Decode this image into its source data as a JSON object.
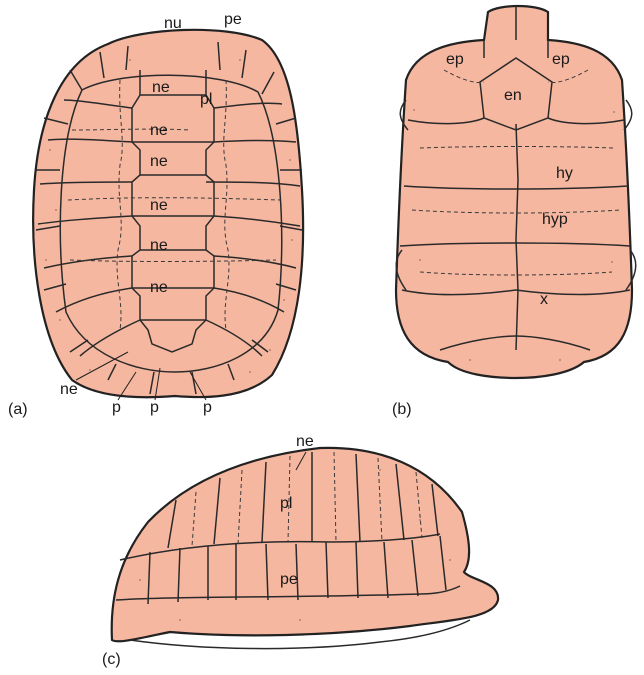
{
  "colors": {
    "shell": "#f6b7a0",
    "outline": "#222222"
  },
  "panels": {
    "a": {
      "tag": "(a)",
      "labels": {
        "nu": "nu",
        "pe": "pe",
        "ne_1": "ne",
        "pl": "pl",
        "ne_2": "ne",
        "ne_3": "ne",
        "ne_4": "ne",
        "ne_5": "ne",
        "ne_6": "ne",
        "ne_leader": "ne",
        "p_1": "p",
        "p_2": "p",
        "p_3": "p"
      }
    },
    "b": {
      "tag": "(b)",
      "labels": {
        "ep_left": "ep",
        "ep_right": "ep",
        "en": "en",
        "hy": "hy",
        "hyp": "hyp",
        "x": "x"
      }
    },
    "c": {
      "tag": "(c)",
      "labels": {
        "ne": "ne",
        "pl": "pl",
        "pe": "pe"
      }
    }
  }
}
